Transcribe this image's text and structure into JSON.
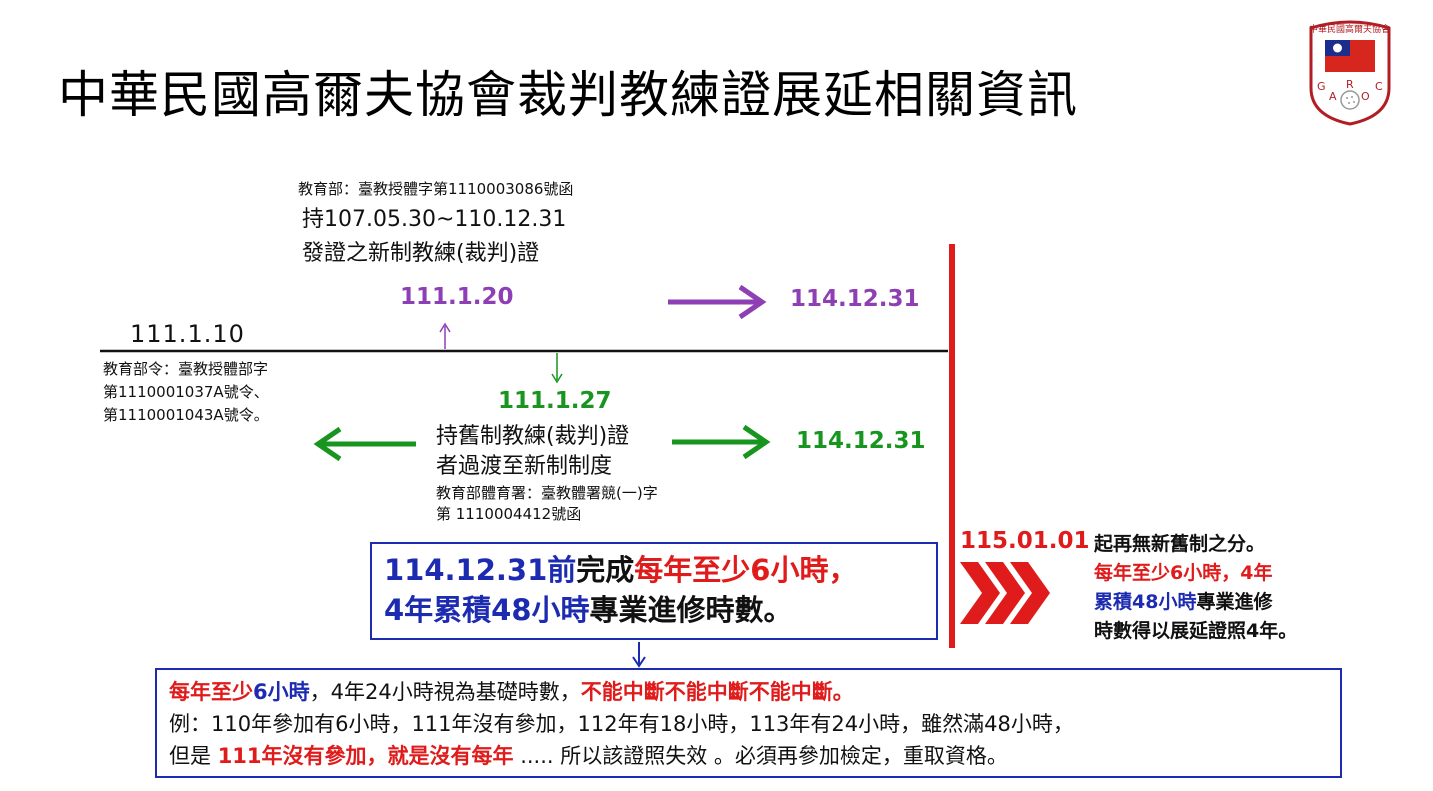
{
  "title": "中華民國高爾夫協會裁判教練證展延相關資訊",
  "logo": {
    "arc_text": "中華民國高爾夫協會",
    "letters": [
      "G",
      "A",
      "R",
      "O",
      "C"
    ]
  },
  "top_block": {
    "doc_ref": "教育部：臺教授體字第1110003086號函",
    "line1": "持107.05.30~110.12.31",
    "line2": "發證之新制教練(裁判)證"
  },
  "date_purple": "111.1.20",
  "date_purple_target": "114.12.31",
  "date_left": "111.1.10",
  "left_doc": {
    "line1": "教育部令：臺教授體部字",
    "line2": "第1110001037A號令、",
    "line3": "第1110001043A號令。"
  },
  "date_green": "111.1.27",
  "middle_block": {
    "line1": "持舊制教練(裁判)證",
    "line2": "者過渡至新制制度",
    "doc1": "教育部體育署：臺教體署競(一)字",
    "doc2": "第 1110004412號函"
  },
  "date_green_target": "114.12.31",
  "box1": {
    "p1": "114.12.31前",
    "p2": "完成",
    "p3": "每年至少6小時，",
    "p4": "4年累積48小時",
    "p5": "專業進修時數。"
  },
  "deadline": {
    "date": "115.01.01",
    "t1": "起再無新舊制之分。",
    "t2": "每年至少6小時，4年",
    "t3": "累積48小時",
    "t4": "專業進修",
    "t5": "時數得以展延證照4年。"
  },
  "box2": {
    "a1": "每年至少",
    "a2": "6小時",
    "a3": "，4年24小時視為基礎時數，",
    "a4": "不能中斷不能中斷不能中斷。",
    "line2": "例：110年參加有6小時，111年沒有參加，112年有18小時，113年有24小時，雖然滿48小時，",
    "c1": "但是 ",
    "c2": "111年沒有參加，就是沒有每年",
    "c3": " ..... 所以該證照失效 。必須再參加檢定，重取資格。"
  },
  "colors": {
    "red": "#e01b1b",
    "blue": "#1c2bb0",
    "green": "#17951f",
    "purple": "#8e3fb4"
  }
}
